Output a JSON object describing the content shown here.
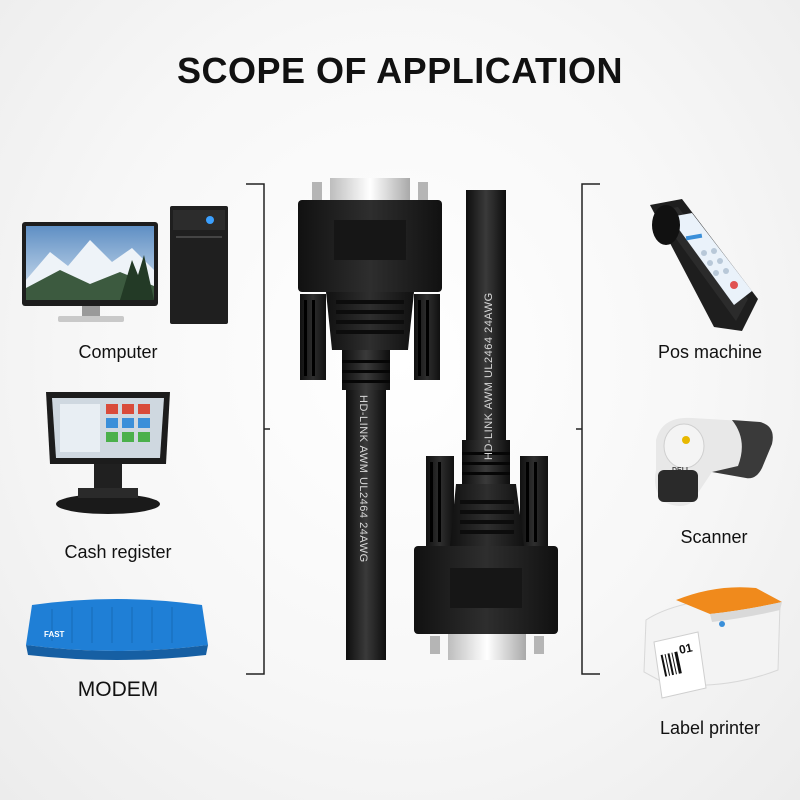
{
  "title": "SCOPE OF APPLICATION",
  "left_devices": [
    {
      "label": "Computer",
      "icon": "computer-icon"
    },
    {
      "label": "Cash register",
      "icon": "cash-register-icon"
    },
    {
      "label": "MODEM",
      "icon": "modem-icon",
      "device_text": "FAST"
    }
  ],
  "right_devices": [
    {
      "label": "Pos machine",
      "icon": "pos-machine-icon"
    },
    {
      "label": "Scanner",
      "icon": "scanner-icon",
      "device_text": "DELI"
    },
    {
      "label": "Label printer",
      "icon": "label-printer-icon",
      "device_text": "01"
    }
  ],
  "cable": {
    "print_left": "HD-LINK  AWM  UL2464  24AWG",
    "print_right": "HD-LINK  AWM  UL2464  24AWG"
  },
  "colors": {
    "cable": "#1b1b1b",
    "modem": "#1f7fd6",
    "printer_lid": "#f08a1c",
    "scanner_accent": "#e8b800"
  }
}
